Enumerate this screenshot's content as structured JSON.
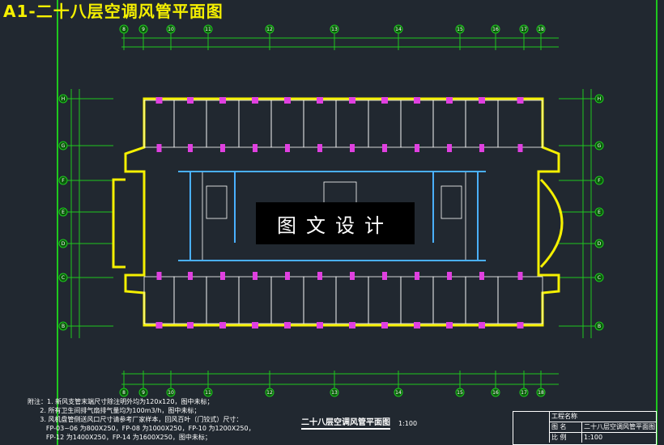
{
  "title": "A1-二十八层空调风管平面图",
  "watermark": "图文设计",
  "plan_title": "二十八层空调风管平面图",
  "plan_scale": "1:100",
  "notes": [
    "附注：1. 新风支管末端尺寸除注明外均为120x120，图中未标；",
    "      2. 所有卫生间排气扇排气量均为100m3/h，图中未标；",
    "      3. 风机盘管侧送风口尺寸请参考厂家样本，回风百叶（门铰式）尺寸：",
    "         FP-03~06 为800X250，FP-08 为1000X250，FP-10 为1200X250，",
    "         FP-12 为1400X250，FP-14 为1600X250，图中未标；"
  ],
  "title_block": {
    "project_label": "工程名称",
    "drawing_label": "图 名",
    "drawing_name": "二十八层空调风管平面图",
    "scale_label": "比 例",
    "scale": "1:100"
  },
  "grid_axes": {
    "columns": [
      "8",
      "9",
      "10",
      "11",
      "12",
      "13",
      "14",
      "15",
      "16",
      "17",
      "18"
    ],
    "rows": [
      "H",
      "G",
      "F",
      "E",
      "D",
      "C",
      "B"
    ]
  },
  "colors": {
    "background": "#212830",
    "grid": "#1ec81e",
    "wall": "#f5f000",
    "duct": "#4ab0ff",
    "equipment": "#e040e0",
    "partition": "#ffffff"
  }
}
